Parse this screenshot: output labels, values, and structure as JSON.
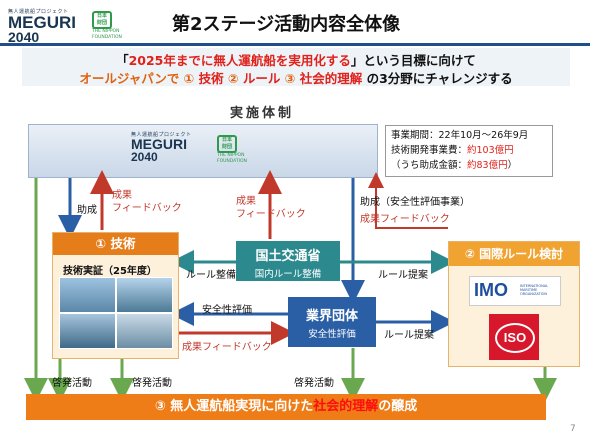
{
  "header": {
    "logo_small": "無人運航船プロジェクト",
    "logo_main": "MEGURI",
    "logo_year": "2040",
    "foundation_mark": "日本 財団",
    "foundation_name": "THE NIPPON",
    "foundation_name2": "FOUNDATION",
    "title": "第2ステージ活動内容全体像"
  },
  "banner": {
    "line1_pre": "「",
    "line1_goal": "2025年までに無人運航船を実用化する",
    "line1_post": "」という目標に向けて",
    "line2_a": "オールジャパンで ① ",
    "line2_tech": "技術",
    "line2_b": " ② ",
    "line2_rule": "ルール",
    "line2_c": " ③ ",
    "line2_soc": "社会的理解",
    "line2_d": " の3分野にチャレンジする"
  },
  "section_title": "実施体制",
  "info": {
    "period": "事業期間：22年10月～26年9月",
    "cost_label": "技術開発事業費：",
    "cost_value": "約103億円",
    "grant_pre": "（うち助成金額：",
    "grant_value": "約83億円",
    "grant_post": "）"
  },
  "labels": {
    "grant": "助成",
    "feedback1": "成果\nフィードバック",
    "feedback2": "成果\nフィードバック",
    "grant_safety": "助成（安全性評価事業）",
    "feedback3": "成果フィードバック",
    "rule_setting": "ルール整備",
    "rule_proposal1": "ルール提案",
    "safety_eval": "安全性評価",
    "feedback4": "成果フィードバック",
    "rule_proposal2": "ルール提案",
    "awareness1": "啓発活動",
    "awareness2": "啓発活動",
    "awareness3": "啓発活動"
  },
  "tech": {
    "head": "① 技術",
    "sub": "技術実証（25年度）"
  },
  "mlit": {
    "name": "国土交通省",
    "sub": "国内ルール整備"
  },
  "industry": {
    "name": "業界団体",
    "sub": "安全性評価"
  },
  "intl": {
    "head": "② 国際ルール検討",
    "imo": "IMO",
    "imo_text": "INTERNATIONAL MARITIME ORGANIZATION",
    "iso": "ISO"
  },
  "bottom": {
    "pre": "③ 無人運航船実現に向けた",
    "highlight": "社会的理解",
    "post": "の醸成"
  },
  "page_number": "7",
  "colors": {
    "orange": "#ef7d17",
    "red_arrow": "#c0392b",
    "blue_arrow": "#2a5fa6",
    "green_arrow": "#6aa84f",
    "teal": "#2c8a8f"
  }
}
